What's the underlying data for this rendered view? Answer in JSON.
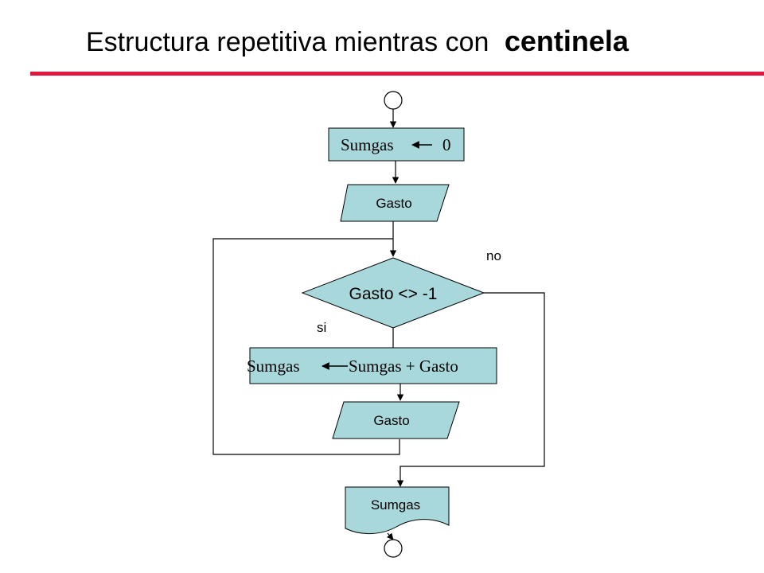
{
  "slide": {
    "title": {
      "prefix": "Estructura repetitiva mientras con",
      "emphasis": "centinela"
    },
    "accent_color": "#e3173e"
  },
  "flowchart": {
    "shape_fill": "#a9d8dc",
    "line_color": "#000000",
    "assign_init": {
      "variable": "Sumgas",
      "value": "0"
    },
    "input_1": "Gasto",
    "decision": "Gasto <> -1",
    "branch_yes": "si",
    "branch_no": "no",
    "assign_loop": {
      "variable": "Sumgas",
      "expression": "Sumgas + Gasto"
    },
    "input_2": "Gasto",
    "output": "Sumgas"
  }
}
